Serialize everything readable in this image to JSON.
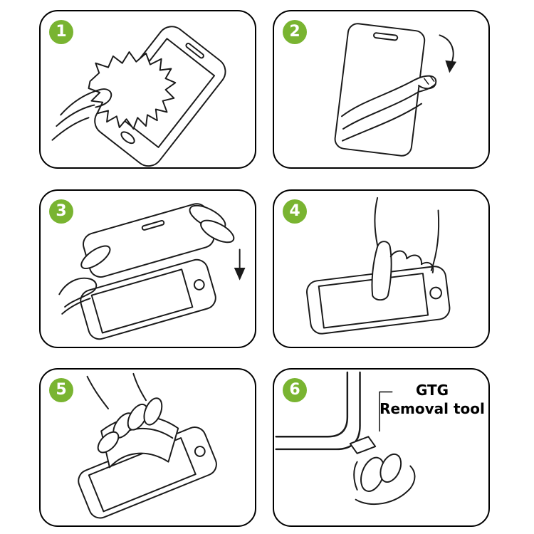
{
  "diagram": {
    "badge_color": "#79b431",
    "line_color": "#1a1a1a",
    "steps": [
      {
        "number": "1",
        "illustration": "wipe-screen-with-cloth"
      },
      {
        "number": "2",
        "illustration": "peel-protective-film"
      },
      {
        "number": "3",
        "illustration": "align-and-lower-glass"
      },
      {
        "number": "4",
        "illustration": "press-center-with-finger"
      },
      {
        "number": "5",
        "illustration": "smooth-out-film"
      },
      {
        "number": "6",
        "illustration": "pry-corner-with-removal-tool",
        "label": {
          "line1": "GTG",
          "line2": "Removal tool"
        }
      }
    ]
  }
}
